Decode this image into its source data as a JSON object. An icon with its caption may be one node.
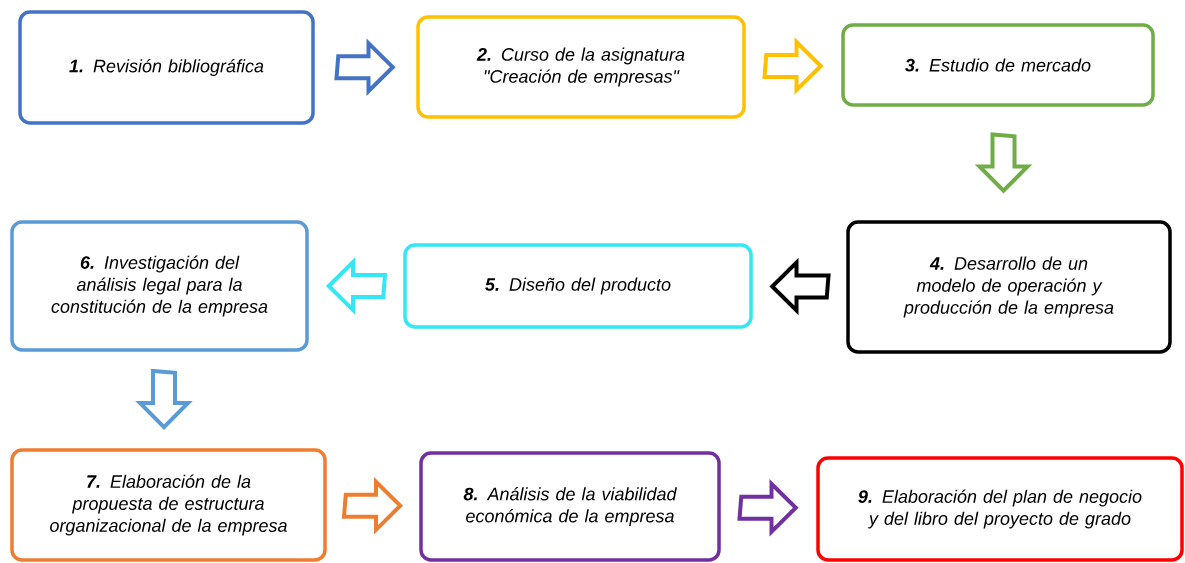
{
  "diagram": {
    "nodes": [
      {
        "text": [
          "**1.** Revisión  bibliográfica"
        ]
      },
      {
        "text": [
          "**2.** Curso de la asignatura \"Creación de empresas\""
        ]
      },
      {
        "text": [
          "**3.** Estudio de mercado"
        ]
      },
      {
        "text": [
          "**4.** Desarrollo de un modelo de operación y producción de la empresa"
        ]
      },
      {
        "text": [
          "**5.** Diseño del producto"
        ]
      },
      {
        "text": [
          "**6.** Investigación del análisis legal para la constitución de la empresa"
        ]
      },
      {
        "text": [
          "**7.** Elaboración de la propuesta de estructura organizacional de la empresa"
        ]
      },
      {
        "text": [
          "**8.** Análisis de la viabilidad económica de la empresa"
        ]
      },
      {
        "text": [
          "**9.** Elaboración del plan de negocio y del libro del proyecto de grado"
        ]
      }
    ],
    "edges": [
      {
        "from": 0,
        "to": 1,
        "arrow": "to",
        "color": "#4472c4"
      },
      {
        "from": 1,
        "to": 2,
        "arrow": "to",
        "color": "#ffc000"
      },
      {
        "from": 2,
        "to": 3,
        "arrow": "to",
        "color": "#70ad47"
      },
      {
        "from": 3,
        "to": 4,
        "arrow": "to",
        "color": "#000000"
      },
      {
        "from": 4,
        "to": 5,
        "arrow": "to",
        "color": "#33e8f2"
      },
      {
        "from": 5,
        "to": 6,
        "arrow": "to",
        "color": "#5b9bd5"
      },
      {
        "from": 6,
        "to": 7,
        "arrow": "to",
        "color": "#ed7d31"
      },
      {
        "from": 7,
        "to": 8,
        "arrow": "to",
        "color": "#7030a0"
      }
    ]
  }
}
